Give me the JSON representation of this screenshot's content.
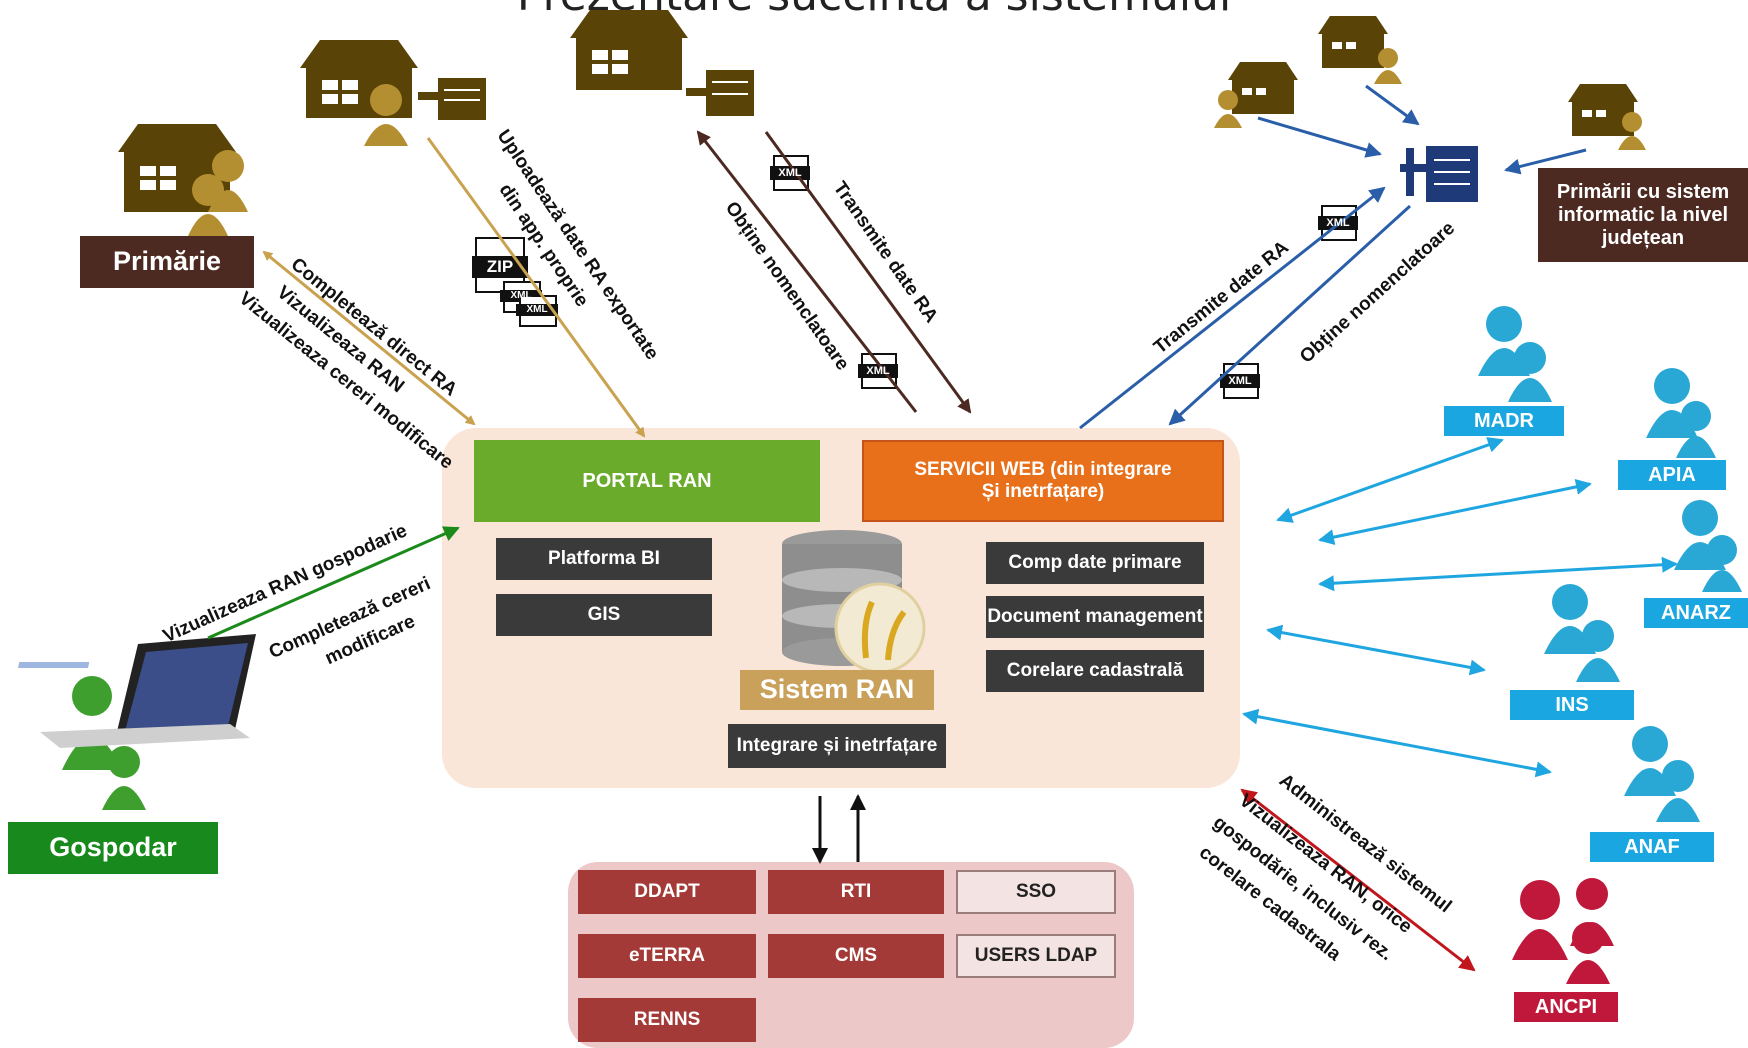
{
  "title": "Prezentare succintă a sistemului",
  "actors": {
    "primarie": "Primărie",
    "gospodar": "Gospodar",
    "primarii_judetean": "Primării cu sistem informatic la nivel județean",
    "madr": "MADR",
    "apia": "APIA",
    "anarz": "ANARZ",
    "ins": "INS",
    "anaf": "ANAF",
    "ancpi": "ANCPI"
  },
  "system": {
    "portal": "PORTAL RAN",
    "servicii_web": "SERVICII WEB (din integrare Și inetrfațare)",
    "platforma_bi": "Platforma BI",
    "gis": "GIS",
    "comp_date": "Comp date primare",
    "document_mgmt": "Document management",
    "corelare": "Corelare cadastrală",
    "sistem_ran": "Sistem RAN",
    "integrare": "Integrare și inetrfațare"
  },
  "external": {
    "ddapt": "DDAPT",
    "rti": "RTI",
    "sso": "SSO",
    "eterra": "eTERRA",
    "cms": "CMS",
    "users_ldap": "USERS LDAP",
    "renns": "RENNS"
  },
  "files": {
    "zip": "ZIP",
    "xml": "XML"
  },
  "flows": {
    "primarie_1": "Completează direct RA",
    "primarie_2": "Vizualizeaza RAN",
    "primarie_3": "Vizualizeaza cereri modificare",
    "upload_1": "Uploadează date RA exportate",
    "upload_2": "din app. proprie",
    "obtine": "Obține nomenclatoare",
    "transmite": "Transmite date RA",
    "gospodar_1": "Vizualizeaza RAN gospodarie",
    "gospodar_2": "Completează cereri",
    "gospodar_3": "modificare",
    "ancpi_1": "Administrează sistemul",
    "ancpi_2": "Vizualizeaza RAN, orice",
    "ancpi_3": "gospodărie, inclusiv rez.",
    "ancpi_4": "corelare cadastrala"
  },
  "colors": {
    "house": "#5a4306",
    "person_gold": "#b48f31",
    "person_green": "#3f9f2e",
    "person_blue": "#29a8d6",
    "person_red": "#c0183a",
    "portal_green": "#6aab2c",
    "servicii_orange": "#e9701a",
    "system_bg": "#fae6d8",
    "external_bg": "#ecc8c8",
    "server_navy": "#1f3a78"
  }
}
